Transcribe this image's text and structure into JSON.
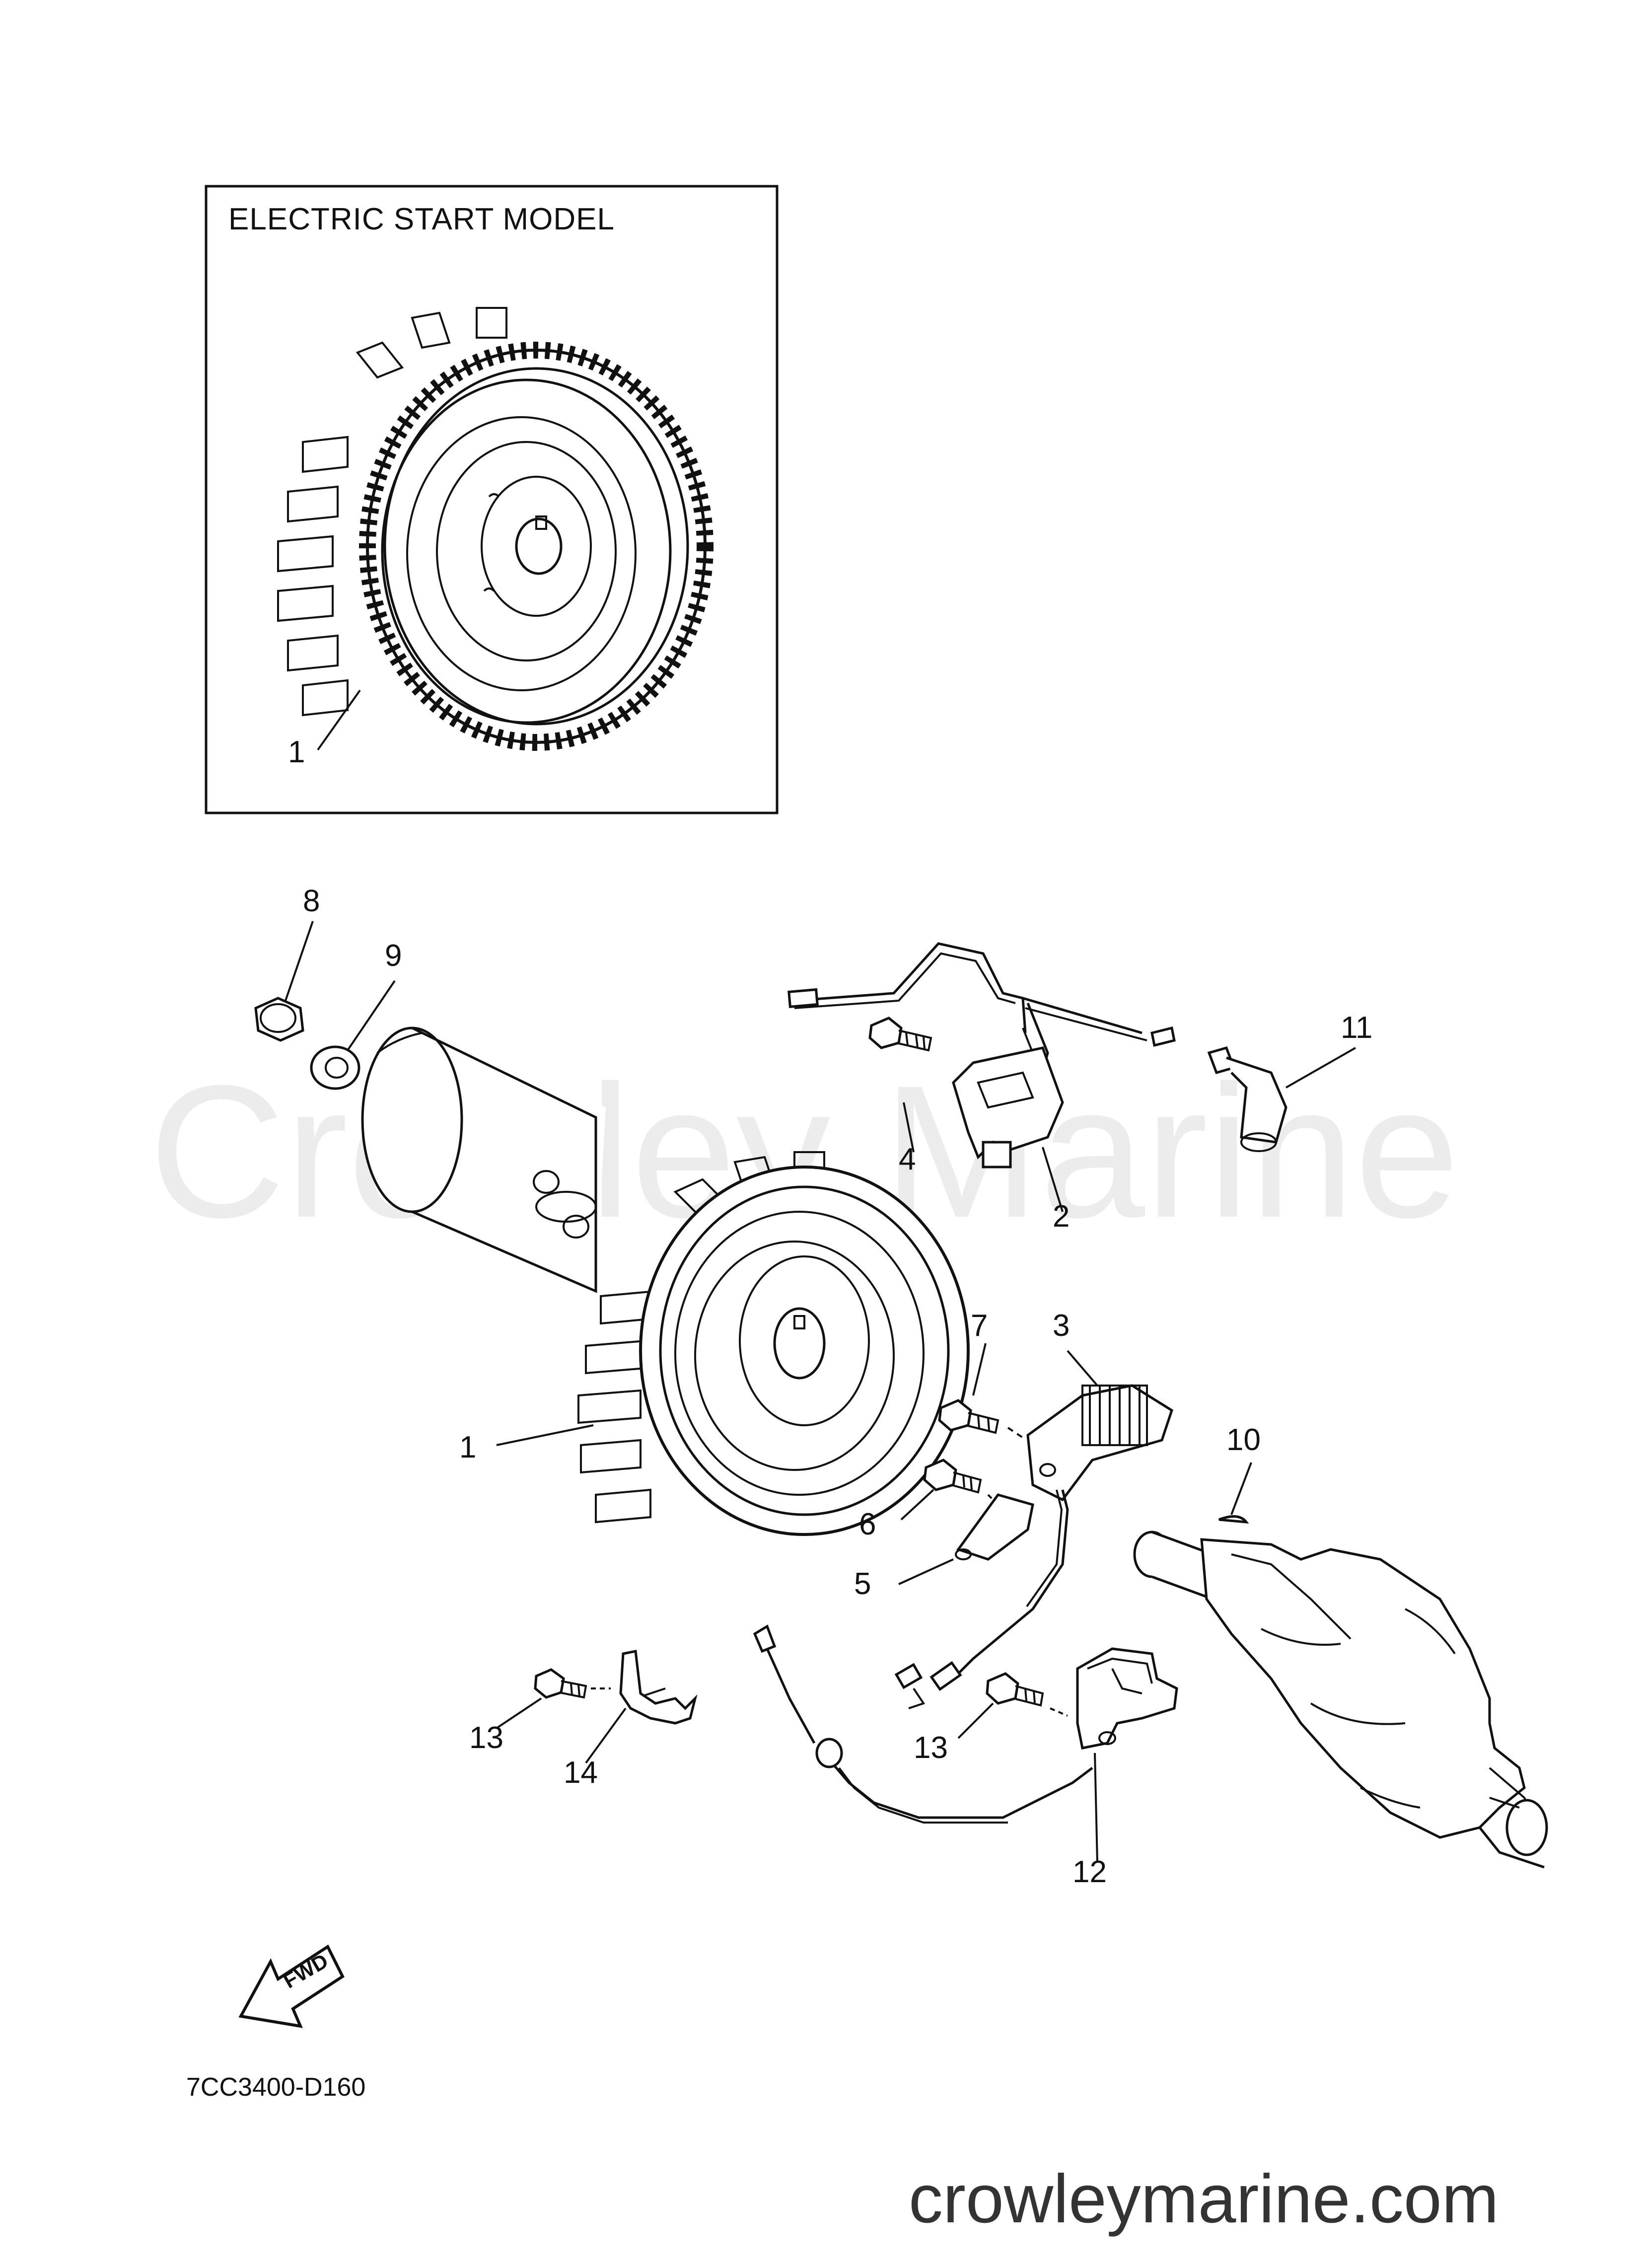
{
  "inset": {
    "title": "ELECTRIC START MODEL",
    "callout_1": "1"
  },
  "callouts": {
    "c1": "1",
    "c2": "2",
    "c3": "3",
    "c4": "4",
    "c5": "5",
    "c6": "6",
    "c7": "7",
    "c8": "8",
    "c9": "9",
    "c10": "10",
    "c11": "11",
    "c12": "12",
    "c13a": "13",
    "c13b": "13",
    "c14": "14"
  },
  "fwd_label": "FWD",
  "diagram_code": "7CC3400-D160",
  "watermark": "Crowley Marine",
  "site_url": "crowleymarine.com"
}
